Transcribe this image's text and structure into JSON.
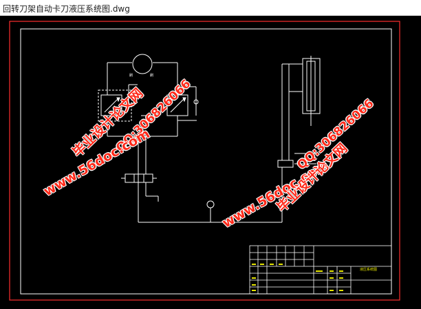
{
  "window": {
    "title": "回转刀架自动卡刀液压系统图.dwg"
  },
  "drawing": {
    "pump_labels": {
      "left": "刷",
      "right": "刷"
    },
    "title_block": {
      "drawing_name": "液压系统图"
    }
  },
  "watermarks": {
    "site": "www.56doc.com",
    "qq": "QQ:306826066",
    "brand": "毕业设计论文网"
  },
  "colors": {
    "background": "#000000",
    "frame_outer": "#ff3030",
    "lines": "#ffffff",
    "title_block_text": "#e6e600",
    "watermark": "#ff2a1a"
  }
}
